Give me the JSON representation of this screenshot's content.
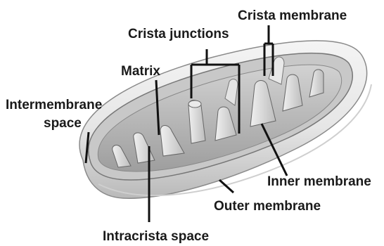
{
  "labels": {
    "crista_membrane": "Crista membrane",
    "crista_junctions": "Crista junctions",
    "matrix": "Matrix",
    "intermembrane_line1": "Intermembrane",
    "intermembrane_line2": "space",
    "inner_membrane": "Inner membrane",
    "outer_membrane": "Outer membrane",
    "intracrista_space": "Intracrista space"
  },
  "colors": {
    "outer_membrane": "#e9e9e9",
    "inner_membrane": "#c4c4c4",
    "matrix_floor": "#a9a9a9",
    "cristae": "#d8d8d8",
    "label_text": "#1a1a1a"
  }
}
